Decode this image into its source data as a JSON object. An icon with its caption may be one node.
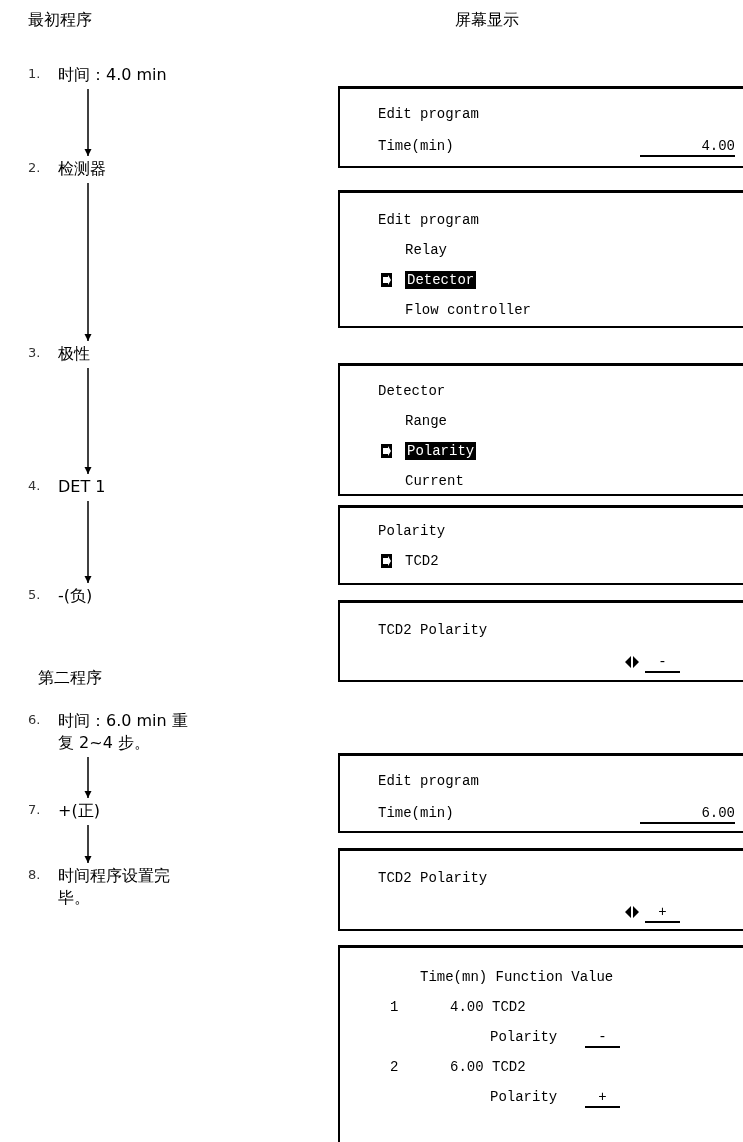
{
  "diagram": {
    "nodes": [
      {
        "text": [
          "1.",
          "时间：4.0 min"
        ]
      },
      {
        "text": [
          "2.",
          "检测器"
        ]
      },
      {
        "text": [
          "3.",
          "极性"
        ]
      },
      {
        "text": [
          "4.",
          "DET 1"
        ]
      },
      {
        "text": [
          "5.",
          "-(负)"
        ]
      },
      {
        "text": [
          "6.",
          "时间：6.0 min 重复 2~4 步。"
        ]
      },
      {
        "text": [
          "7.",
          "+(正)"
        ]
      },
      {
        "text": [
          "8.",
          "时间程序设置完毕。"
        ]
      },
      {
        "text": [
          "Edit program",
          "Time(min)",
          "4.00"
        ]
      },
      {
        "text": [
          "Edit program",
          "Relay",
          "Detector",
          "Flow controller"
        ]
      },
      {
        "text": [
          "Detector",
          "Range",
          "Polarity",
          "Current"
        ]
      },
      {
        "text": [
          "Polarity",
          "TCD2"
        ]
      },
      {
        "text": [
          "TCD2 Polarity",
          "-"
        ]
      },
      {
        "text": [
          "Edit program",
          "Time(min)",
          "6.00"
        ]
      },
      {
        "text": [
          "TCD2 Polarity",
          "+"
        ]
      },
      {
        "text": [
          "Time(mn) Function Value",
          "1",
          "4.00 TCD2",
          "Polarity",
          "-",
          "2",
          "6.00 TCD2",
          "Polarity",
          "+"
        ]
      }
    ],
    "edges": [
      {
        "from": 0,
        "to": 1,
        "arrow": "to"
      },
      {
        "from": 1,
        "to": 2,
        "arrow": "to"
      },
      {
        "from": 2,
        "to": 3,
        "arrow": "to"
      },
      {
        "from": 3,
        "to": 4,
        "arrow": "to"
      },
      {
        "from": 5,
        "to": 6,
        "arrow": "to"
      },
      {
        "from": 6,
        "to": 7,
        "arrow": "to"
      }
    ],
    "labels": [
      "最初程序",
      "屏幕显示",
      "第二程序"
    ]
  }
}
